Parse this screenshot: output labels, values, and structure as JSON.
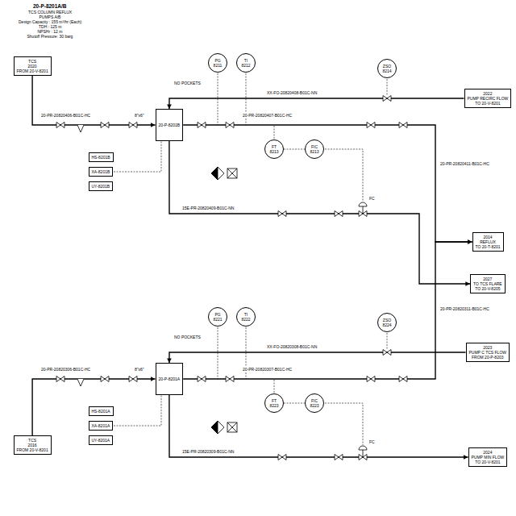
{
  "diagram": {
    "title": "20-P-8201A/B",
    "nodes": [
      {
        "text": [
          "TCS",
          "2020",
          "FROM 20-V-8201"
        ]
      },
      {
        "text": [
          "TCS",
          "2016",
          "FROM 20-V-8201"
        ]
      },
      {
        "text": [
          "20-P-8201B"
        ]
      },
      {
        "text": [
          "20-P-8201A"
        ]
      },
      {
        "text": [
          "2022",
          "PUMP RECIRC FLOW",
          "TO 20-V-8201"
        ]
      },
      {
        "text": [
          "2014",
          "REFLUX",
          "TO 20-T-8201"
        ]
      },
      {
        "text": [
          "2027",
          "TO TCS FLARE",
          "TO 20-V-8205"
        ]
      },
      {
        "text": [
          "2023",
          "PUMP C TCS FLOW",
          "FROM 20-P-8203"
        ]
      },
      {
        "text": [
          "2024",
          "PUMP MIN FLOW",
          "TO 20-V-8201"
        ]
      },
      {
        "text": [
          "PG",
          "8211"
        ]
      },
      {
        "text": [
          "TI",
          "8212"
        ]
      },
      {
        "text": [
          "FT",
          "8213"
        ]
      },
      {
        "text": [
          "FIC",
          "8213"
        ]
      },
      {
        "text": [
          "ZSO",
          "8214"
        ]
      },
      {
        "text": [
          "PG",
          "8221"
        ]
      },
      {
        "text": [
          "TI",
          "8222"
        ]
      },
      {
        "text": [
          "FT",
          "8223"
        ]
      },
      {
        "text": [
          "FIC",
          "8223"
        ]
      },
      {
        "text": [
          "ZSO",
          "8224"
        ]
      },
      {
        "text": [
          "HS-8201B"
        ]
      },
      {
        "text": [
          "XA-8201B"
        ]
      },
      {
        "text": [
          "UY-8201B"
        ]
      },
      {
        "text": [
          "HS-8201A"
        ]
      },
      {
        "text": [
          "XA-8201A"
        ]
      },
      {
        "text": [
          "UY-8201A"
        ]
      }
    ],
    "edges": [
      {
        "from": 0,
        "to": 2,
        "arrow": "to"
      },
      {
        "from": 1,
        "to": 3,
        "arrow": "to"
      },
      {
        "from": 2,
        "to": 5,
        "arrow": "to"
      },
      {
        "from": 3,
        "to": 5,
        "arrow": "to"
      },
      {
        "from": 4,
        "to": 2,
        "arrow": "to"
      },
      {
        "from": 2,
        "to": 6,
        "arrow": "to"
      },
      {
        "from": 7,
        "to": 3,
        "arrow": "to"
      },
      {
        "from": 3,
        "to": 8,
        "arrow": "to"
      },
      {
        "from": 11,
        "to": 12,
        "arrow": "none"
      },
      {
        "from": 16,
        "to": 17,
        "arrow": "none"
      }
    ],
    "labels": [
      "TCS COLUMN REFLUX",
      "PUMPS A/B",
      "Design Capacity : 155 m³/hr (Each)",
      "TDH : 125 m",
      "NPSHr : 12 m",
      "Shutoff Pressure: 30 barg",
      "20-PR-20820406-B01C-HC",
      "20-PR-20820407-B01C-HC",
      "XX-FO-20820408-B01C-NN",
      "15E-PR-20820409-B01C-NN",
      "20-PR-20820411-B01C-HC",
      "NO POCKETS",
      "8\"x6\"",
      "FC",
      "20-PR-20820306-B01C-HC",
      "20-PR-20820307-B01C-HC",
      "XX-FO-20820308-B01C-NN",
      "15E-PR-20820309-B01C-NN",
      "20-PR-20820311-B01C-HC",
      "NO POCKETS",
      "8\"x6\"",
      "FC"
    ]
  }
}
